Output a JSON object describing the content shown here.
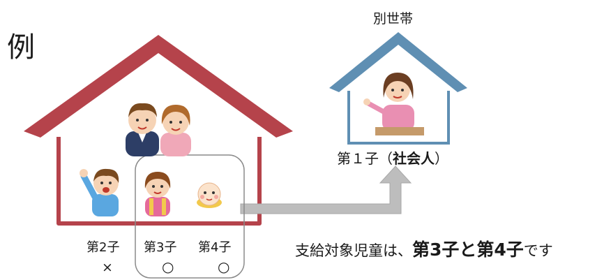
{
  "example_label": "例",
  "separate_household": {
    "title": "別世帯",
    "child_label_prefix": "第１子（",
    "child_label_bold": "社会人",
    "child_label_suffix": "）"
  },
  "main_household": {
    "children": [
      {
        "label": "第2子",
        "mark": "×"
      },
      {
        "label": "第3子",
        "mark": "○"
      },
      {
        "label": "第4子",
        "mark": "○"
      }
    ]
  },
  "conclusion": {
    "prefix": "支給対象児童は、",
    "bold": "第3子と第4子",
    "suffix": "です"
  },
  "colors": {
    "main_roof": "#b5434b",
    "separate_roof": "#5f8fb3",
    "arrow": "#bdbdbd",
    "group_box": "#8a8a8a"
  }
}
